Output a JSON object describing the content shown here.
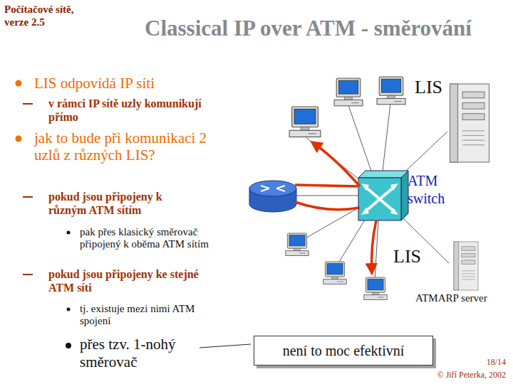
{
  "diagram": {
    "title": "Classical IP over ATM - směrování",
    "nodes": [
      {
        "text": [
          "Počítačové sítě, verze 2.5"
        ]
      },
      {
        "text": [
          "LIS"
        ]
      },
      {
        "text": [
          "ATM switch"
        ]
      },
      {
        "text": [
          "LIS"
        ]
      },
      {
        "text": [
          "není to moc efektivní"
        ]
      }
    ],
    "labels": [
      "LIS odpovídá IP síti",
      "v rámci IP sítě uzly komunikují přímo",
      "jak to bude při komunikaci 2 uzlů z různých LIS?",
      "pokud jsou připojeny k různým ATM sítím",
      "pak přes klasický směrovač připojený k oběma ATM sítím",
      "pokud jsou připojeny ke stejné ATM síti",
      "tj. existuje mezi nimi ATM spojení",
      "přes tzv. 1-nohý směrovač",
      "ATMARP server",
      "18/14",
      "© Jiří Peterka, 2002"
    ]
  }
}
